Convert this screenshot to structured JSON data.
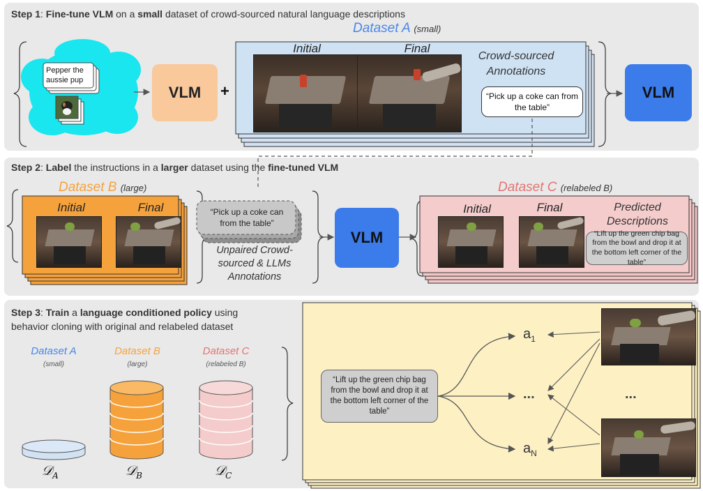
{
  "step1": {
    "prefix": "Step 1",
    "colon": ": ",
    "verb": "Fine-tune VLM",
    "mid1": " on a ",
    "emph": "small",
    "rest": " dataset of crowd-sourced natural language descriptions",
    "pretrain_caption": "Pepper the aussie pup",
    "vlm_label": "VLM",
    "plus": "+",
    "dataset_name": "Dataset A",
    "dataset_size": "(small)",
    "initial_label": "Initial",
    "final_label": "Final",
    "annotations_label": "Crowd-sourced Annotations",
    "annotation_text": "“Pick up a coke can from the table”",
    "output_vlm_label": "VLM"
  },
  "step2": {
    "prefix": "Step 2",
    "colon": ": ",
    "verb": "Label",
    "mid1": " the instructions in a ",
    "emph1": "larger",
    "mid2": " dataset using the ",
    "emph2": "fine-tuned VLM",
    "datasetB_name": "Dataset B",
    "datasetB_size": "(large)",
    "initial_label": "Initial",
    "final_label": "Final",
    "unpaired_text": "“Pick up a coke can from the table”",
    "unpaired_caption": "Unpaired Crowd-sourced & LLMs Annotations",
    "vlm_label": "VLM",
    "datasetC_name": "Dataset C",
    "datasetC_size": "(relabeled B)",
    "predicted_label": "Predicted Descriptions",
    "predicted_text": "“Lift up the green chip bag from the bowl and drop it at the bottom left corner of the table”"
  },
  "step3": {
    "prefix": "Step 3",
    "colon": ": ",
    "verb": "Train",
    "mid1": " a ",
    "emph": "language conditioned policy",
    "rest1": " using",
    "line2": "behavior cloning with original and relabeled dataset",
    "datasets": [
      {
        "name": "Dataset A",
        "size": "(small)",
        "symbol": "𝒟",
        "sub": "A",
        "color": "#4a86e8"
      },
      {
        "name": "Dataset B",
        "size": "(large)",
        "symbol": "𝒟",
        "sub": "B",
        "color": "#f6a23c"
      },
      {
        "name": "Dataset C",
        "size": "(relabeled B)",
        "symbol": "𝒟",
        "sub": "C",
        "color": "#e57373"
      }
    ],
    "instruction_text": "“Lift up the green chip bag from the bowl and drop it at the bottom left corner of the table”",
    "action_first": "a",
    "action_first_sub": "1",
    "action_mid": "...",
    "action_last": "a",
    "action_last_sub": "N",
    "frames_ellipsis": "..."
  },
  "colors": {
    "panel_bg": "#e9e9e9",
    "datasetA_blue": "#4a86e8",
    "datasetB_orange": "#f6a23c",
    "datasetC_pink": "#e57373",
    "vlm_peach": "#f9c89b",
    "vlm_blue": "#3b7bea",
    "policy_bg": "#fdf1c4"
  }
}
